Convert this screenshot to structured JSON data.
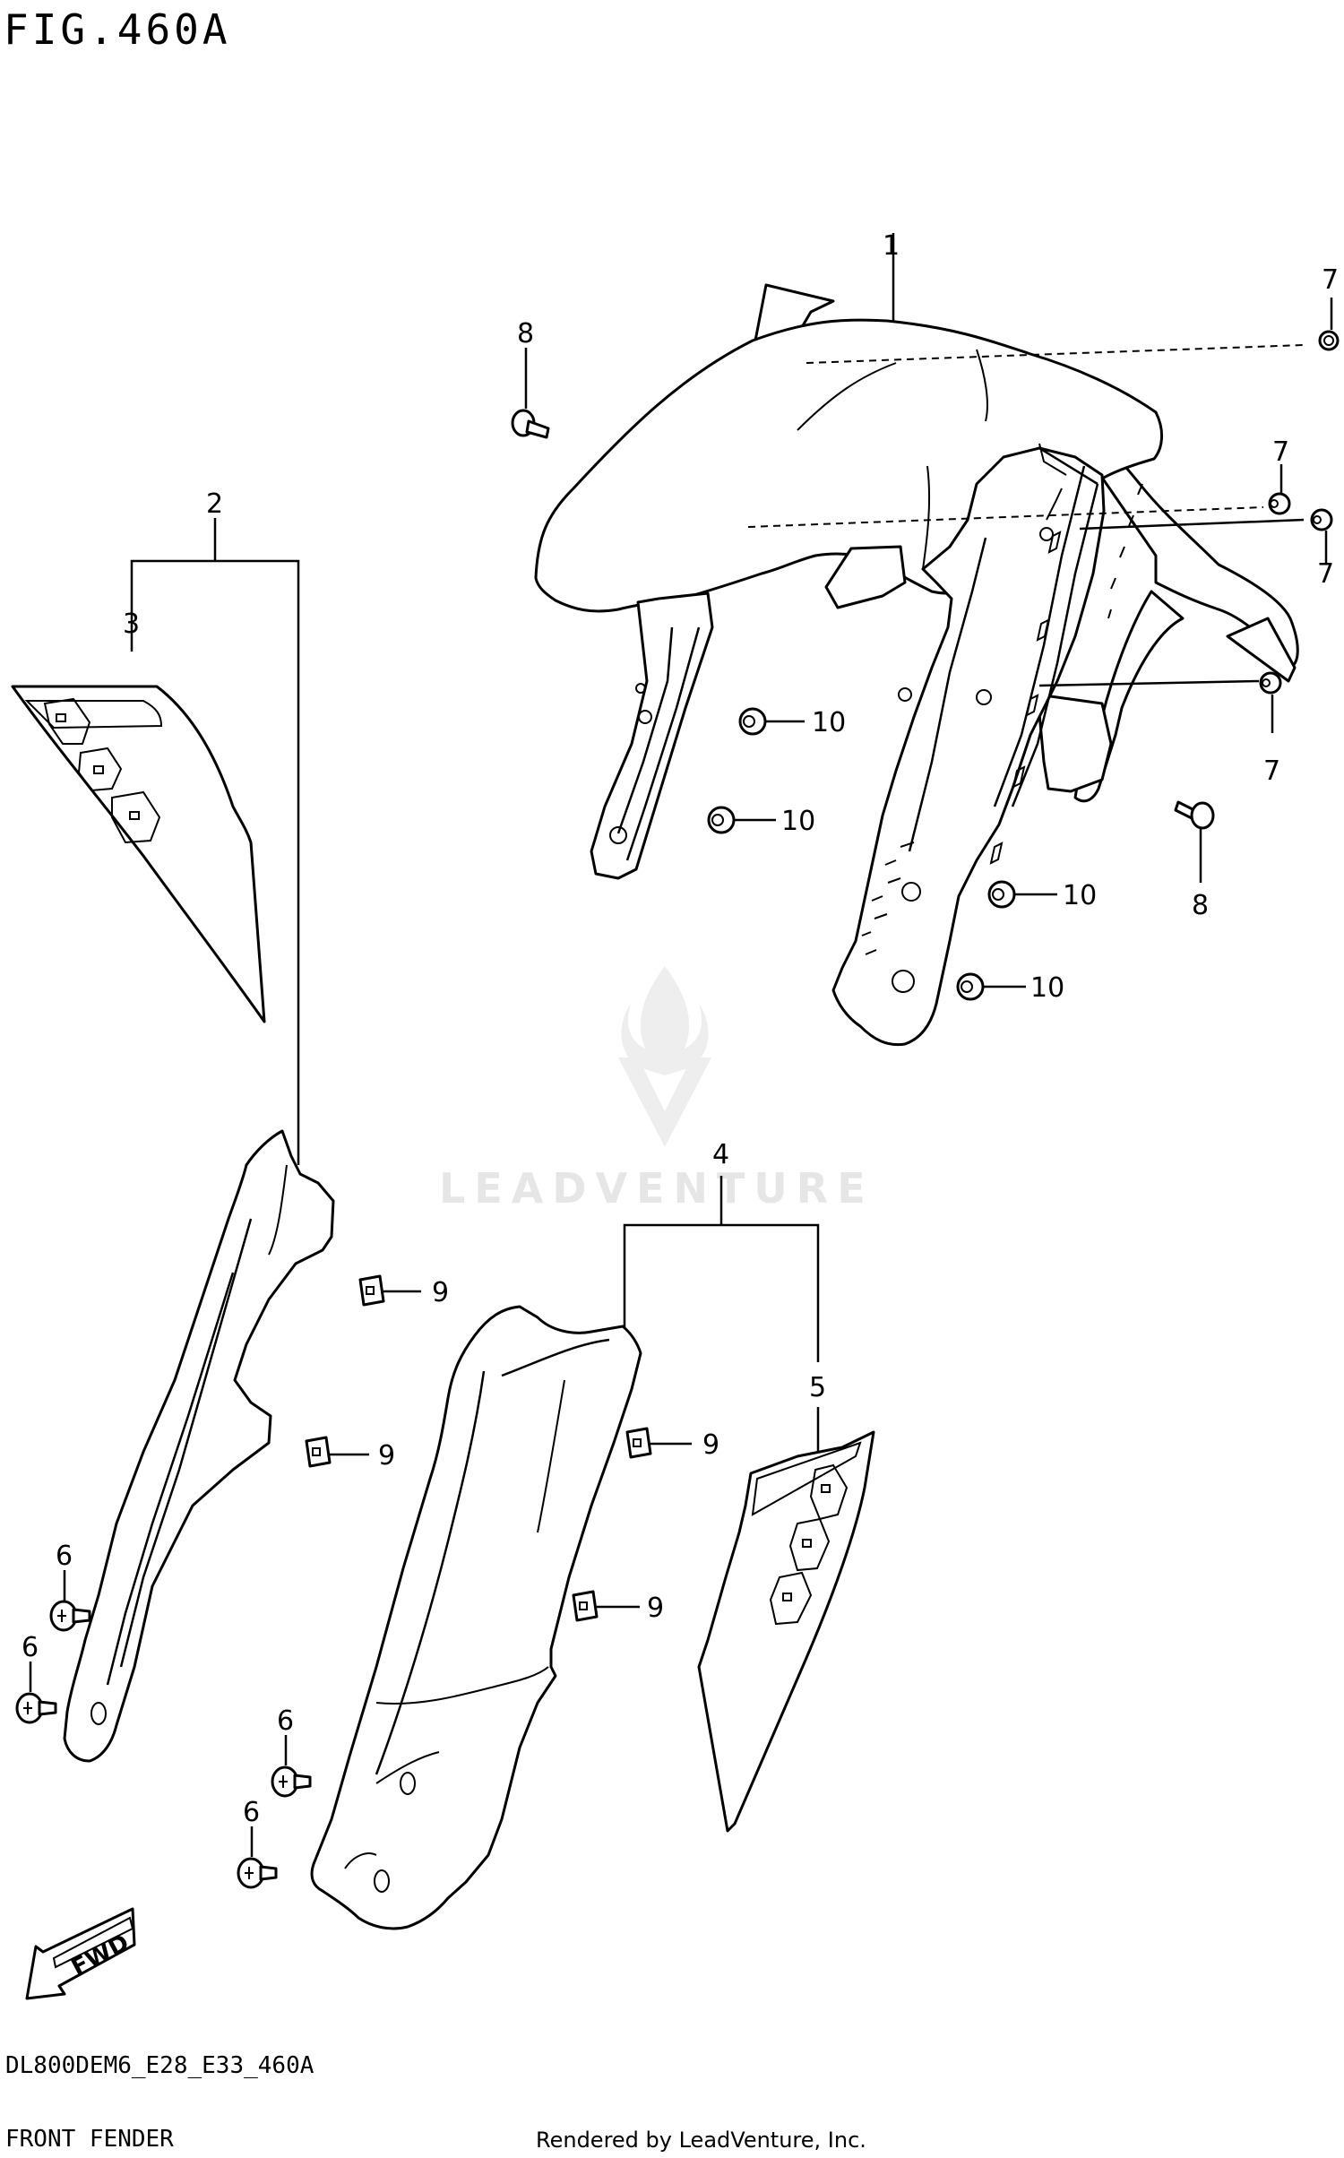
{
  "header": {
    "figure": "FIG.460A"
  },
  "footer": {
    "model_code": "DL800DEM6_E28_E33_460A",
    "section_name": "FRONT FENDER",
    "credit": "Rendered by LeadVenture, Inc."
  },
  "watermark": {
    "text": "LEADVENTURE"
  },
  "callouts": {
    "c1": "1",
    "c2": "2",
    "c3": "3",
    "c4": "4",
    "c5": "5",
    "c6a": "6",
    "c6b": "6",
    "c6c": "6",
    "c6d": "6",
    "c7a": "7",
    "c7b": "7",
    "c7c": "7",
    "c7d": "7",
    "c8a": "8",
    "c8b": "8",
    "c9a": "9",
    "c9b": "9",
    "c9c": "9",
    "c9d": "9",
    "c10a": "10",
    "c10b": "10",
    "c10c": "10",
    "c10d": "10"
  },
  "fwd_badge": "FWD",
  "colors": {
    "line": "#000000",
    "background": "#ffffff",
    "watermark": "#e6e6e6"
  }
}
